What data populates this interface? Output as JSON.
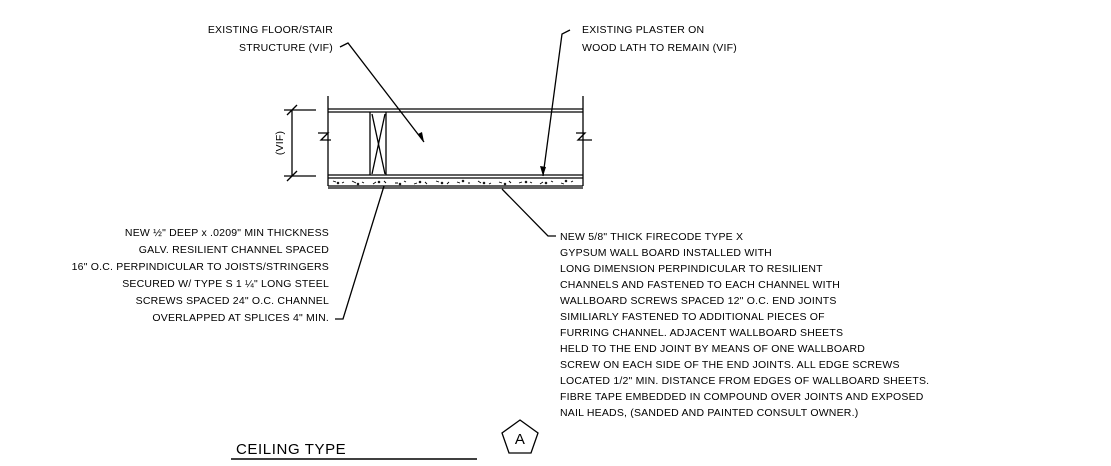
{
  "notes": {
    "existing_floor": {
      "lines": [
        "EXISTING FLOOR/STAIR",
        "STRUCTURE (VIF)"
      ]
    },
    "existing_plaster": {
      "lines": [
        "EXISTING PLASTER ON",
        "WOOD LATH TO REMAIN (VIF)"
      ]
    },
    "vif_dimension": "(VIF)",
    "resilient_channel": {
      "lines": [
        "NEW ½\" DEEP x .0209\" MIN THICKNESS",
        "GALV. RESILIENT CHANNEL SPACED",
        "16\" O.C. PERPINDICULAR TO JOISTS/STRINGERS",
        "SECURED W/ TYPE S 1 ¼\" LONG STEEL",
        "SCREWS SPACED 24\" O.C. CHANNEL",
        "OVERLAPPED AT SPLICES 4\" MIN."
      ]
    },
    "new_gyp": {
      "lines": [
        "NEW 5/8\" THICK FIRECODE TYPE X",
        "GYPSUM WALL BOARD INSTALLED WITH",
        "LONG DIMENSION PERPINDICULAR TO RESILIENT",
        "CHANNELS AND FASTENED TO EACH CHANNEL WITH",
        "WALLBOARD SCREWS SPACED 12\" O.C. END JOINTS",
        "SIMILIARLY FASTENED TO ADDITIONAL PIECES OF",
        "FURRING CHANNEL. ADJACENT WALLBOARD SHEETS",
        "HELD TO THE END JOINT BY MEANS OF ONE WALLBOARD",
        "SCREW ON EACH SIDE OF THE END JOINTS. ALL EDGE SCREWS",
        "LOCATED 1/2\" MIN. DISTANCE FROM EDGES OF WALLBOARD SHEETS.",
        "FIBRE TAPE EMBEDDED IN COMPOUND OVER JOINTS AND EXPOSED",
        "NAIL HEADS, (SANDED AND PAINTED CONSULT OWNER.)"
      ]
    }
  },
  "title": {
    "label": "CEILING TYPE",
    "tag": "A"
  }
}
